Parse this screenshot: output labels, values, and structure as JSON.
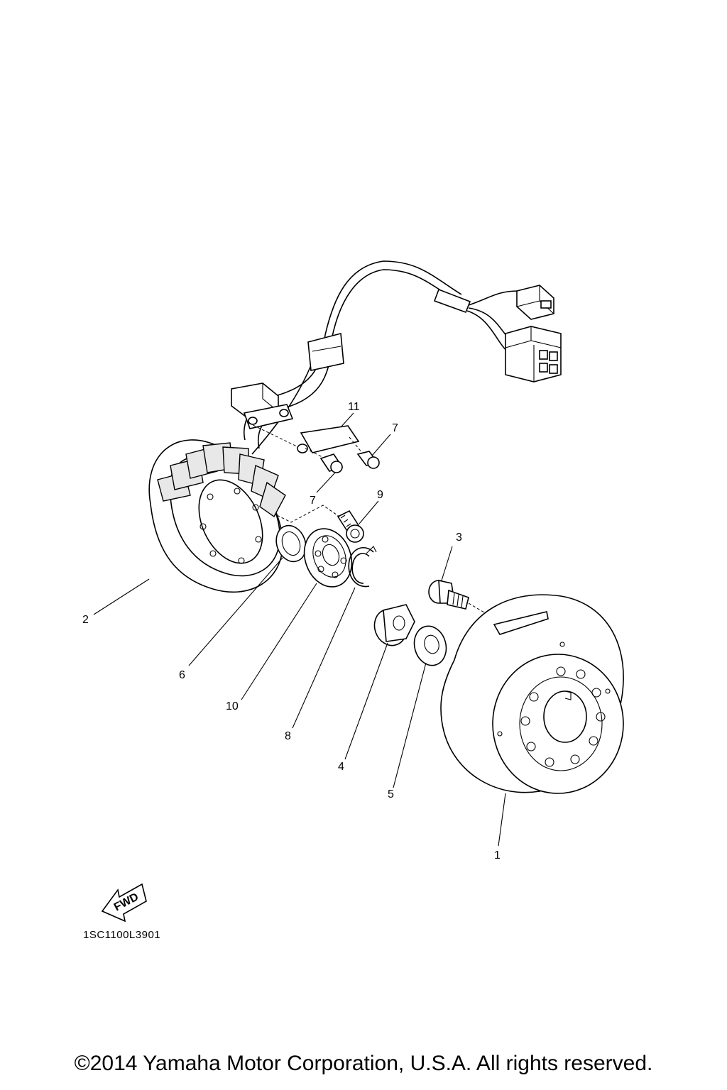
{
  "callouts": {
    "p1": "1",
    "p2": "2",
    "p3": "3",
    "p4": "4",
    "p5": "5",
    "p6": "6",
    "p7a": "7",
    "p7b": "7",
    "p8": "8",
    "p9": "9",
    "p10": "10",
    "p11": "11"
  },
  "fwd_label": "FWD",
  "diagram_code": "1SC1100L3901",
  "copyright": "©2014 Yamaha Motor Corporation, U.S.A. All rights reserved."
}
